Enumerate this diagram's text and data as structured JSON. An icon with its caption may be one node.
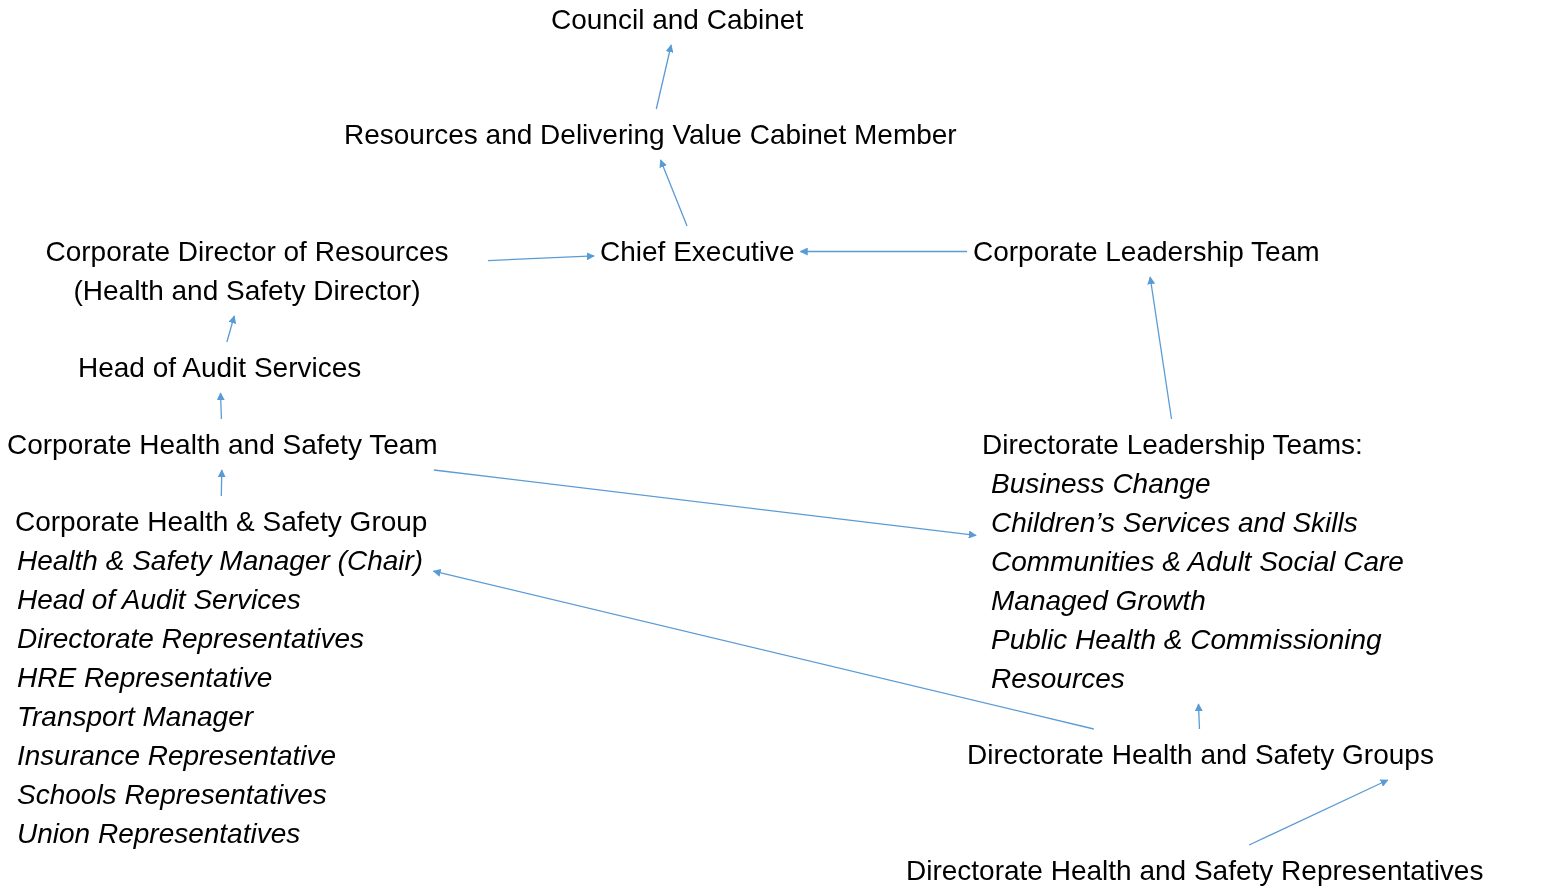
{
  "diagram": {
    "nodes": [
      {
        "text": [
          "Council and Cabinet"
        ]
      },
      {
        "text": [
          "Resources and Delivering Value Cabinet Member"
        ]
      },
      {
        "text": [
          "Chief Executive"
        ]
      },
      {
        "text": [
          "Corporate Director of Resources (Health and Safety Director)"
        ]
      },
      {
        "text": [
          "Corporate Leadership Team"
        ]
      },
      {
        "text": [
          "Head of Audit Services"
        ]
      },
      {
        "text": [
          "Corporate Health and Safety Team"
        ]
      },
      {
        "text": [
          "Corporate Health & Safety Group",
          "Health & Safety Manager (Chair)",
          "Head of Audit Services",
          "Directorate Representatives",
          "HRE Representative",
          "Transport Manager",
          "Insurance Representative",
          "Schools Representatives",
          "Union Representatives"
        ]
      },
      {
        "text": [
          "Directorate Leadership Teams:",
          "Business Change",
          "Children’s Services and Skills",
          "Communities & Adult Social Care",
          "Managed Growth",
          "Public Health & Commissioning",
          "Resources"
        ]
      },
      {
        "text": [
          "Directorate Health and Safety Groups"
        ]
      },
      {
        "text": [
          "Directorate Health and Safety Representatives"
        ]
      }
    ],
    "edges": [
      {
        "from": 1,
        "to": 0,
        "arrow": "to"
      },
      {
        "from": 2,
        "to": 1,
        "arrow": "to"
      },
      {
        "from": 3,
        "to": 2,
        "arrow": "to"
      },
      {
        "from": 4,
        "to": 2,
        "arrow": "to"
      },
      {
        "from": 5,
        "to": 3,
        "arrow": "to"
      },
      {
        "from": 6,
        "to": 5,
        "arrow": "to"
      },
      {
        "from": 8,
        "to": 4,
        "arrow": "to"
      },
      {
        "from": 6,
        "to": 8,
        "arrow": "to"
      },
      {
        "from": 7,
        "to": 6,
        "arrow": "to"
      },
      {
        "from": 9,
        "to": 7,
        "arrow": "to"
      },
      {
        "from": 9,
        "to": 8,
        "arrow": "to"
      },
      {
        "from": 10,
        "to": 9,
        "arrow": "to"
      }
    ]
  }
}
